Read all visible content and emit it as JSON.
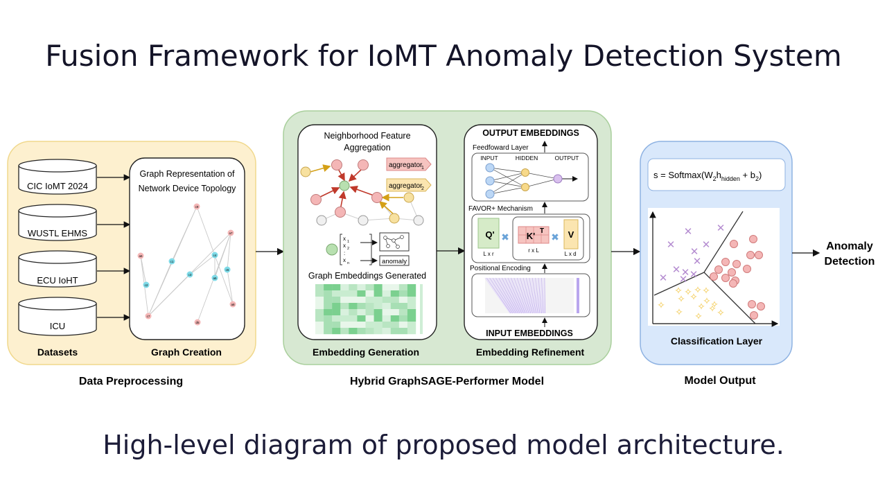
{
  "title": "Fusion Framework for IoMT Anomaly Detection System",
  "caption": "High-level diagram of proposed model architecture.",
  "preprocessing": {
    "section_label": "Data Preprocessing",
    "datasets_label": "Datasets",
    "graph_creation_label": "Graph Creation",
    "datasets": [
      "CIC IoMT 2024",
      "WUSTL EHMS",
      "ECU IoHT",
      "ICU"
    ],
    "graph_title_line1": "Graph Representation of",
    "graph_title_line2": "Network Device Topology",
    "node_labels": [
      "c9",
      "a6",
      "a7",
      "a8",
      "c1",
      "c2",
      "c3",
      "c4",
      "a5",
      "c6",
      "c7",
      "d5",
      "a9"
    ]
  },
  "model": {
    "section_label": "Hybrid GraphSAGE-Performer Model",
    "embedding_generation_label": "Embedding Generation",
    "embedding_refinement_label": "Embedding Refinement",
    "neighborhood_line1": "Neighborhood Feature",
    "neighborhood_line2": "Aggregation",
    "aggregator_1": "aggregator",
    "aggregator_1_sub": "1",
    "aggregator_2": "aggregator",
    "aggregator_2_sub": "2",
    "x_vector": [
      "x",
      "x",
      ":",
      "x"
    ],
    "x_subs": [
      "1",
      "2",
      "",
      "n"
    ],
    "anomaly_box": "anomaly",
    "graph_embeddings_label": "Graph Embeddings Generated",
    "output_embeddings": "OUTPUT EMBEDDINGS",
    "feedforward_label": "Feedfoward Layer",
    "ff_input": "INPUT",
    "ff_hidden": "HIDDEN",
    "ff_output": "OUTPUT",
    "favor_label": "FAVOR+ Mechanism",
    "q_label": "Q'",
    "k_label": "K'",
    "k_sup": "T",
    "v_label": "V",
    "q_dim": "L x r",
    "k_dim": "r x L",
    "v_dim": "L x d",
    "positional_label": "Positional Encoding",
    "input_embeddings": "INPUT EMBEDDINGS"
  },
  "output": {
    "section_label": "Model Output",
    "classification_label": "Classification Layer",
    "formula_prefix": "s = Softmax(W",
    "formula_w_sub": "2",
    "formula_h": "h",
    "formula_h_sub": "hidden",
    "formula_plus": " + b",
    "formula_b_sub": "2",
    "formula_suffix": ")",
    "result_line1": "Anomaly",
    "result_line2": "Detection"
  },
  "colors": {
    "preprocessing_fill": "#fdf0cf",
    "preprocessing_stroke": "#f0d88c",
    "model_fill": "#d7e8d2",
    "model_stroke": "#a9cf9c",
    "output_fill": "#d9e8fb",
    "output_stroke": "#8eb2e2",
    "red_node": "#f4b6b6",
    "cyan_node": "#7fdbe8",
    "green_heat": "#7bd08f",
    "purple_marker": "#b48cd0",
    "yellow_marker": "#f2c84b"
  }
}
